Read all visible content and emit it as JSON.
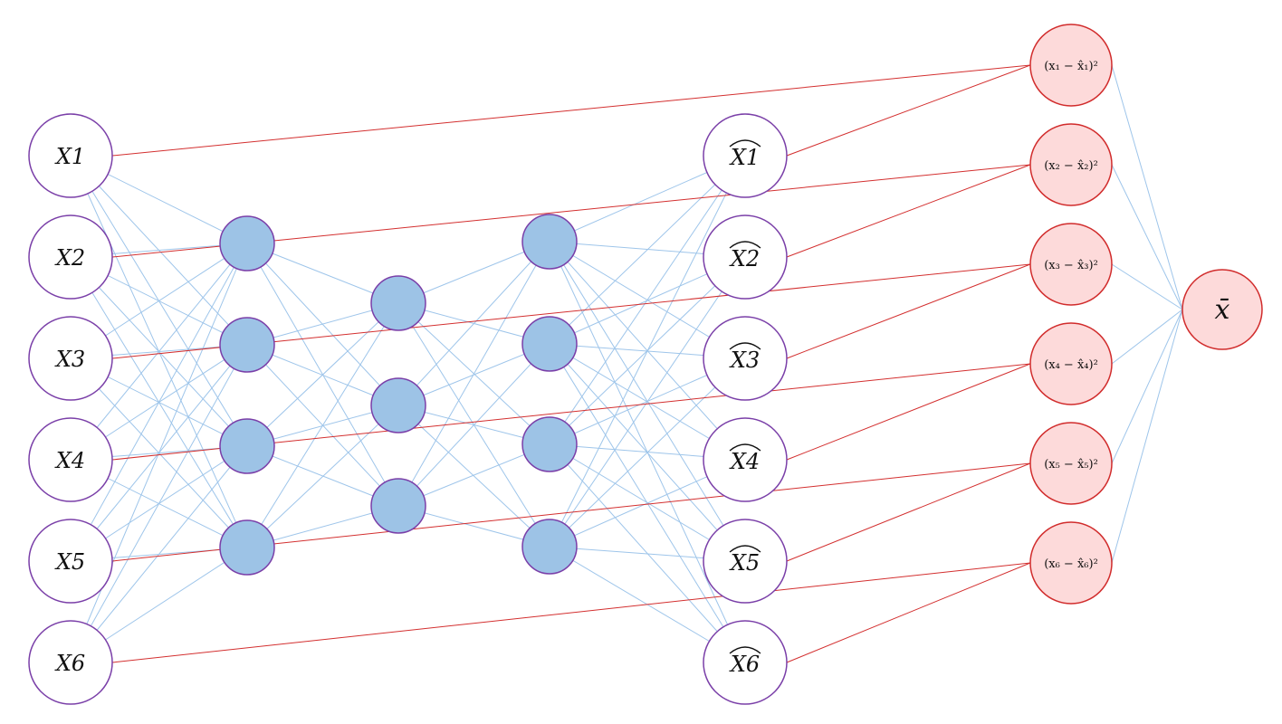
{
  "diagram": {
    "type": "autoencoder-reconstruction-error",
    "colors": {
      "node_outline": "#7a3fa8",
      "hidden_fill": "#9dc3e6",
      "error_fill": "#fddada",
      "error_outline": "#d12c2c",
      "red_edge": "#d32f2f",
      "blue_edge": "#9ec5ea"
    },
    "inputs": [
      {
        "label": "X1"
      },
      {
        "label": "X2"
      },
      {
        "label": "X3"
      },
      {
        "label": "X4"
      },
      {
        "label": "X5"
      },
      {
        "label": "X6"
      }
    ],
    "hidden_layers": [
      {
        "count": 4
      },
      {
        "count": 3
      },
      {
        "count": 4
      }
    ],
    "outputs": [
      {
        "label": "X1",
        "hat": true
      },
      {
        "label": "X2",
        "hat": true
      },
      {
        "label": "X3",
        "hat": true
      },
      {
        "label": "X4",
        "hat": true
      },
      {
        "label": "X5",
        "hat": true
      },
      {
        "label": "X6",
        "hat": true
      }
    ],
    "errors": [
      {
        "index": "1",
        "text": "(x₁ − x̂₁)²"
      },
      {
        "index": "2",
        "text": "(x₂ − x̂₂)²"
      },
      {
        "index": "3",
        "text": "(x₃ − x̂₃)²"
      },
      {
        "index": "4",
        "text": "(x₄ − x̂₄)²"
      },
      {
        "index": "5",
        "text": "(x₅ − x̂₅)²"
      },
      {
        "index": "6",
        "text": "(x₆ − x̂₆)²"
      }
    ],
    "mean": {
      "symbol": "x̄"
    }
  }
}
